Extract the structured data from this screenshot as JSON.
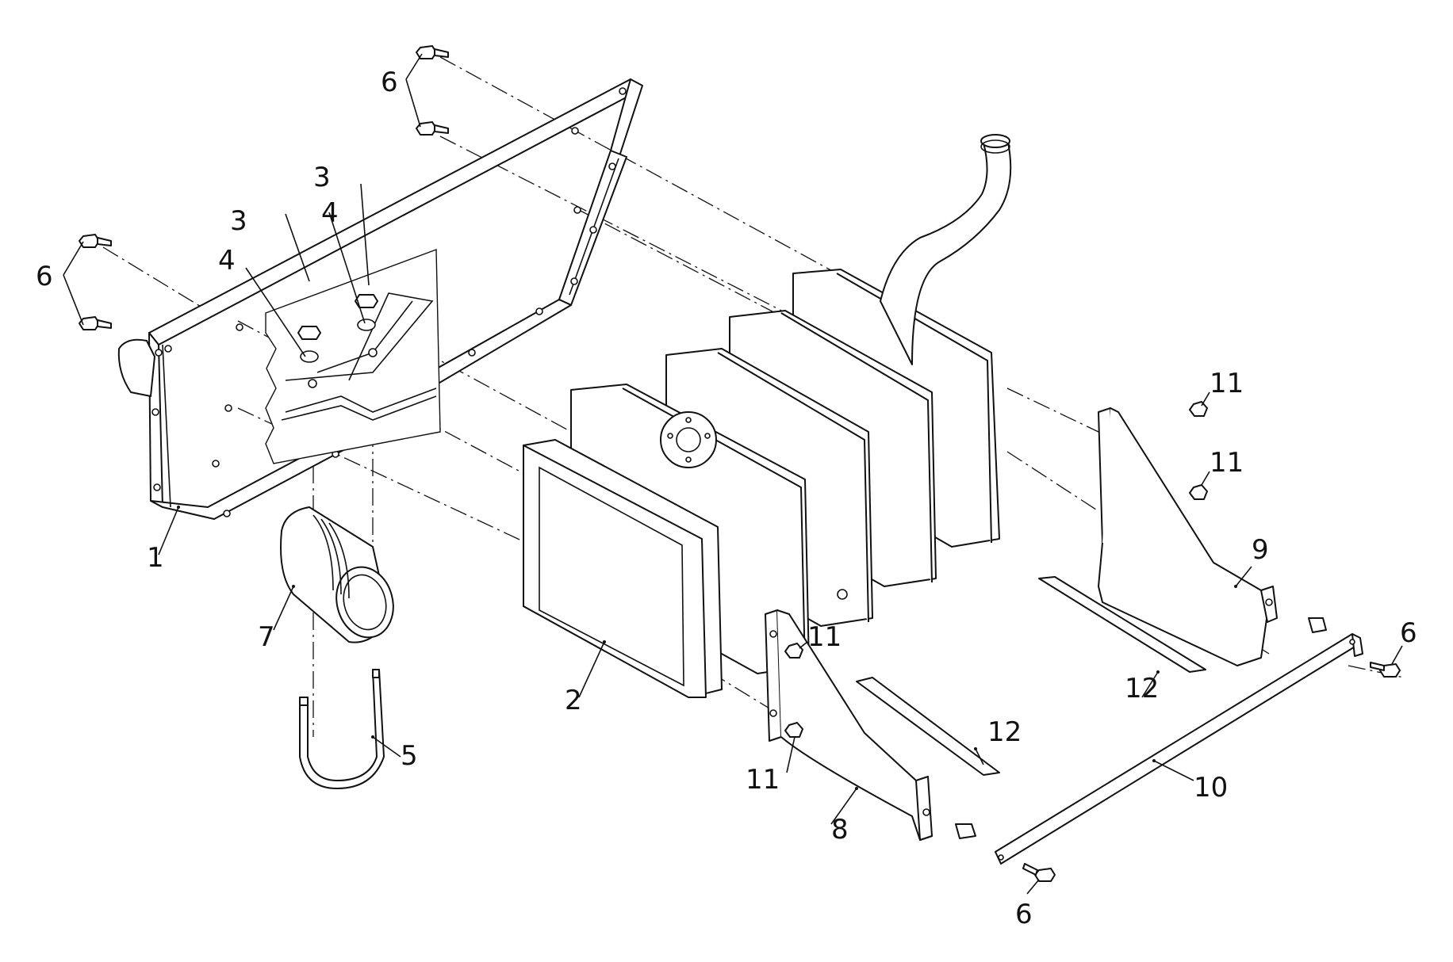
{
  "callouts": {
    "c1": "1",
    "c2": "2",
    "c3a": "3",
    "c3b": "3",
    "c4a": "4",
    "c4b": "4",
    "c5": "5",
    "c6a": "6",
    "c6b": "6",
    "c6c": "6",
    "c6d": "6",
    "c7": "7",
    "c8": "8",
    "c9": "9",
    "c10": "10",
    "c11a": "11",
    "c11b": "11",
    "c11c": "11",
    "c11d": "11",
    "c12a": "12",
    "c12b": "12"
  },
  "colors": {
    "line": "#111111",
    "background": "#ffffff"
  }
}
